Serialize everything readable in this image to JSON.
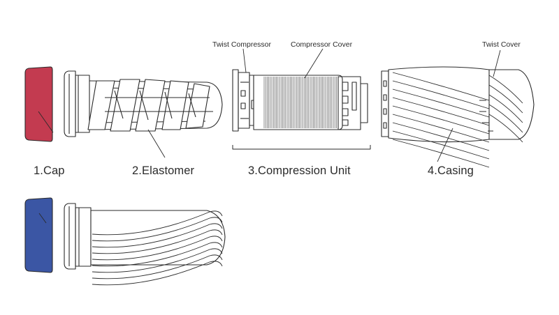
{
  "labels": {
    "cap": "1.Cap",
    "elastomer": "2.Elastomer",
    "compression_unit": "3.Compression Unit",
    "casing": "4.Casing"
  },
  "callouts": {
    "twist_compressor": "Twist Compressor",
    "compressor_cover": "Compressor Cover",
    "twist_cover": "Twist Cover"
  },
  "colors": {
    "cap_red": "#c33b50",
    "cap_blue": "#3b56a4",
    "line": "#2a2a2a"
  }
}
